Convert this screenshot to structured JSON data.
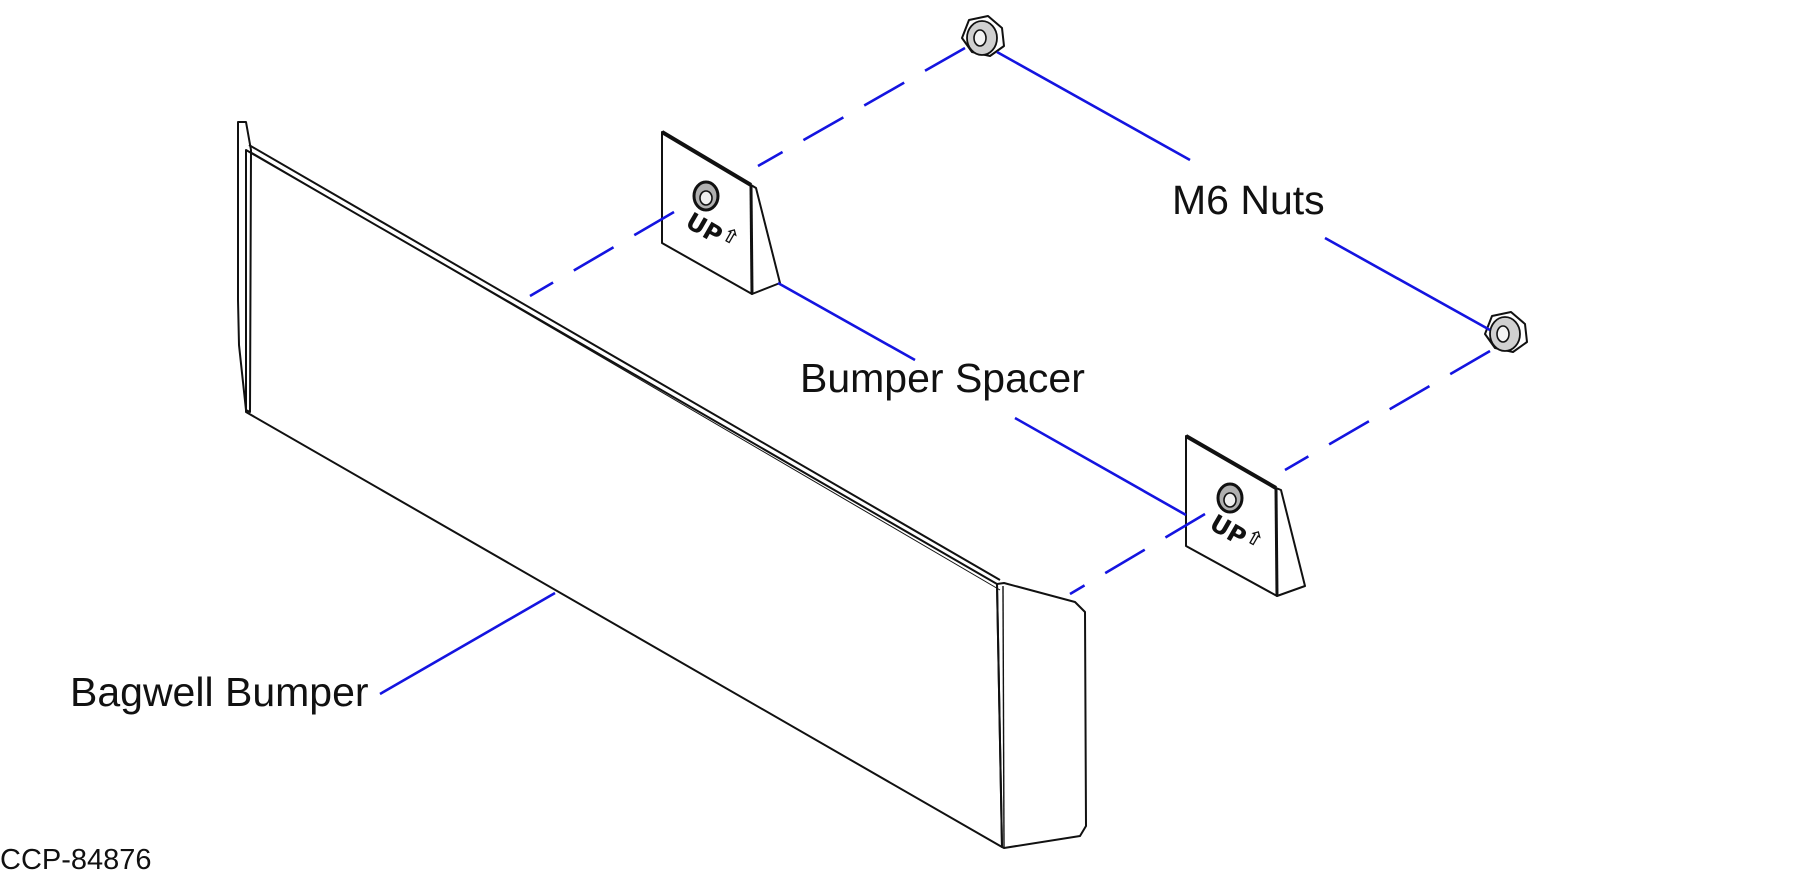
{
  "callouts": {
    "nuts": "M6 Nuts",
    "spacer": "Bumper Spacer",
    "bumper": "Bagwell Bumper"
  },
  "figure_id": "CCP-84876",
  "spacer_marking": "UP",
  "colors": {
    "leader": "#1414e0",
    "bumper_face": "#c0c0c0",
    "spacer_face": "#989898",
    "nut": "#d8d8d8"
  }
}
